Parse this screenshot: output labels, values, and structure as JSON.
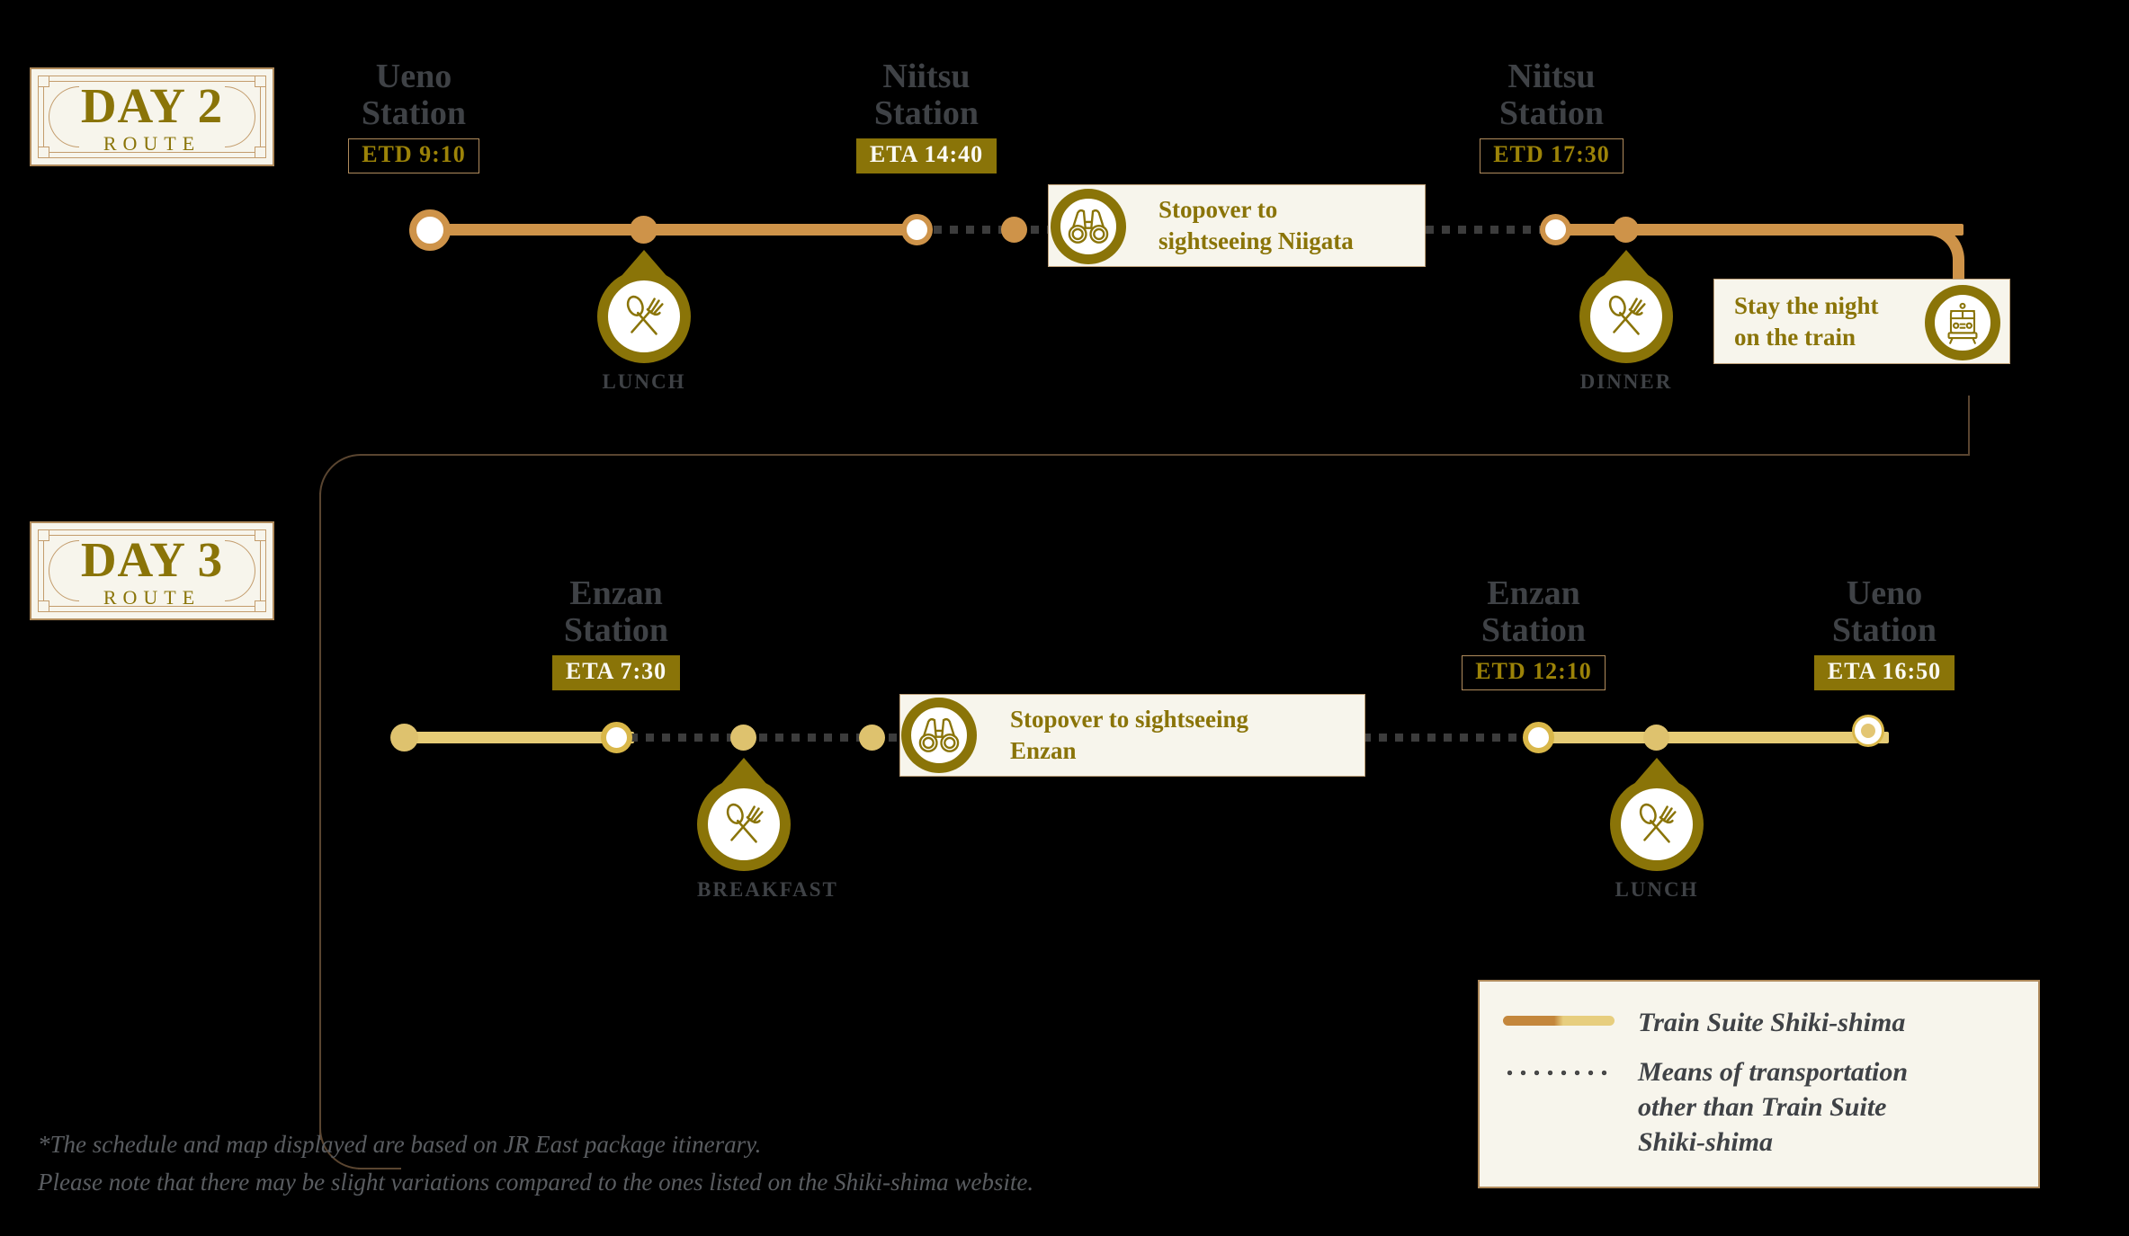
{
  "day2": {
    "badge": {
      "title": "DAY 2",
      "subtitle": "ROUTE"
    },
    "stations": [
      {
        "name": "Ueno\nStation",
        "time_type": "ETD",
        "time_label": "ETD  9:10"
      },
      {
        "name": "Niitsu\nStation",
        "time_type": "ETA",
        "time_label": "ETA  14:40"
      },
      {
        "name": "Niitsu\nStation",
        "time_type": "ETD",
        "time_label": "ETD  17:30"
      }
    ],
    "meals": [
      {
        "label": "LUNCH",
        "icon": "cutlery-icon"
      },
      {
        "label": "DINNER",
        "icon": "cutlery-icon"
      }
    ],
    "callouts": [
      {
        "text": "Stopover to\nsightseeing Niigata",
        "icon": "binoculars-icon"
      },
      {
        "text": "Stay the night\non the train",
        "icon": "train-icon"
      }
    ]
  },
  "day3": {
    "badge": {
      "title": "DAY 3",
      "subtitle": "ROUTE"
    },
    "stations": [
      {
        "name": "Enzan\nStation",
        "time_type": "ETA",
        "time_label": "ETA  7:30"
      },
      {
        "name": "Enzan\nStation",
        "time_type": "ETD",
        "time_label": "ETD  12:10"
      },
      {
        "name": "Ueno\nStation",
        "time_type": "ETA",
        "time_label": "ETA  16:50"
      }
    ],
    "meals": [
      {
        "label": "BREAKFAST",
        "icon": "cutlery-icon"
      },
      {
        "label": "LUNCH",
        "icon": "cutlery-icon"
      }
    ],
    "callouts": [
      {
        "text": "Stopover to sightseeing\nEnzan",
        "icon": "binoculars-icon"
      }
    ]
  },
  "legend": {
    "items": [
      {
        "style": "solid-gradient-line",
        "label": "Train Suite Shiki-shima"
      },
      {
        "style": "dotted-line",
        "label": "Means of transportation\nother than Train Suite\nShiki-shima"
      }
    ]
  },
  "footnote": "*The schedule and map displayed are based on JR East package itinerary.\n  Please note that there may be slight variations compared to the ones listed on the Shiki-shima website.",
  "colors": {
    "background": "#000000",
    "copper_rail": "#CE9349",
    "gold_rail": "#E6CC76",
    "gold_accent": "#8A7408",
    "panel_cream": "#F7F5EC",
    "panel_border": "#B08B5C",
    "station_text": "#3F4246",
    "dotted_line": "#3C3C3C"
  }
}
